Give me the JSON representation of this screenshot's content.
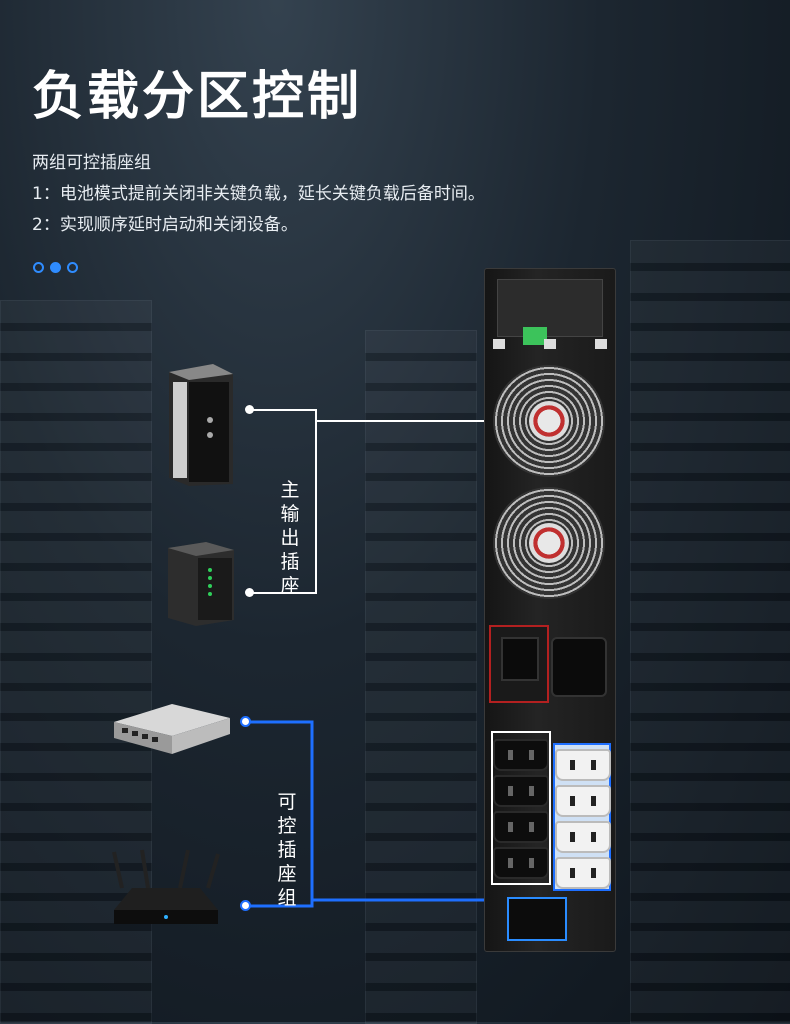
{
  "page": {
    "title": "负载分区控制",
    "intro": {
      "heading": "两组可控插座组",
      "point1": "1：电池模式提前关闭非关键负载，延长关键负载后备时间。",
      "point2": "2：实现顺序延时启动和关闭设备。"
    },
    "pager": {
      "total": 3,
      "active": 2
    }
  },
  "labels": {
    "main_output": "主输出插座",
    "controllable_group": "可控插座组"
  },
  "colors": {
    "accent_blue": "#1e6fff",
    "connector_white": "#ffffff",
    "background_dark": "#111a22"
  },
  "devices": {
    "main_output_devices": [
      "server-tower",
      "nas-enclosure"
    ],
    "controllable_devices": [
      "network-switch",
      "wifi-router"
    ],
    "main_ups": "ups-rear-panel"
  }
}
